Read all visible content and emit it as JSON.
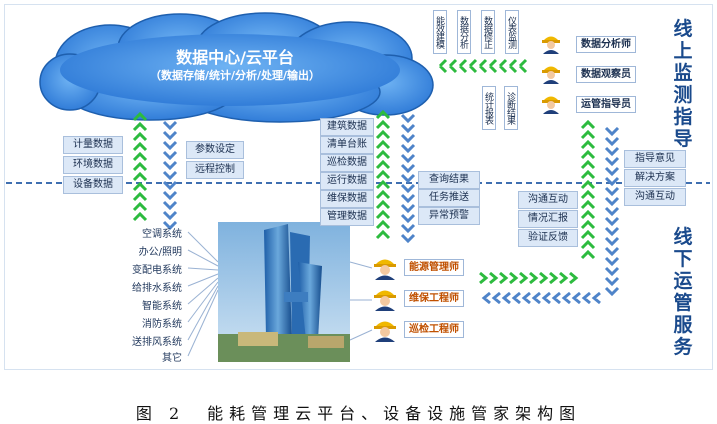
{
  "cloud": {
    "title": "数据中心/云平台",
    "subtitle": "（数据存储/统计/分析/处理/输出）"
  },
  "online_title": [
    "线",
    "上",
    "监",
    "测",
    "指",
    "导"
  ],
  "offline_title": [
    "线",
    "下",
    "运",
    "管",
    "服",
    "务"
  ],
  "vertical_labels_top": [
    "能效建模",
    "数据分析",
    "数据修正",
    "仪表监测"
  ],
  "vertical_labels_bottom": [
    "统计报表",
    "诊断结果"
  ],
  "roles_top": [
    "数据分析师",
    "数据观察员",
    "运管指导员"
  ],
  "roles_bottom": [
    "能源管理师",
    "维保工程师",
    "巡检工程师"
  ],
  "left_data": [
    "计量数据",
    "环境数据",
    "设备数据"
  ],
  "control": [
    "参数设定",
    "远程控制"
  ],
  "middle_data": [
    "建筑数据",
    "清单台账",
    "巡检数据",
    "运行数据",
    "维保数据",
    "管理数据"
  ],
  "query": [
    "查询结果",
    "任务推送",
    "异常预警"
  ],
  "guidance": [
    "指导意见",
    "解决方案",
    "沟通互动"
  ],
  "feedback": [
    "沟通互动",
    "情况汇报",
    "验证反馈"
  ],
  "systems": [
    "空调系统",
    "办公/照明",
    "变配电系统",
    "给排水系统",
    "智能系统",
    "消防系统",
    "送排风系统",
    "其它"
  ],
  "caption": "图 2　能耗管理云平台、设备设施管家架构图",
  "colors": {
    "arrow_green": "#2dbb3f",
    "arrow_blue": "#4f84c9",
    "title_blue": "#1a4a8c",
    "box_fill": "#dce8f7"
  }
}
